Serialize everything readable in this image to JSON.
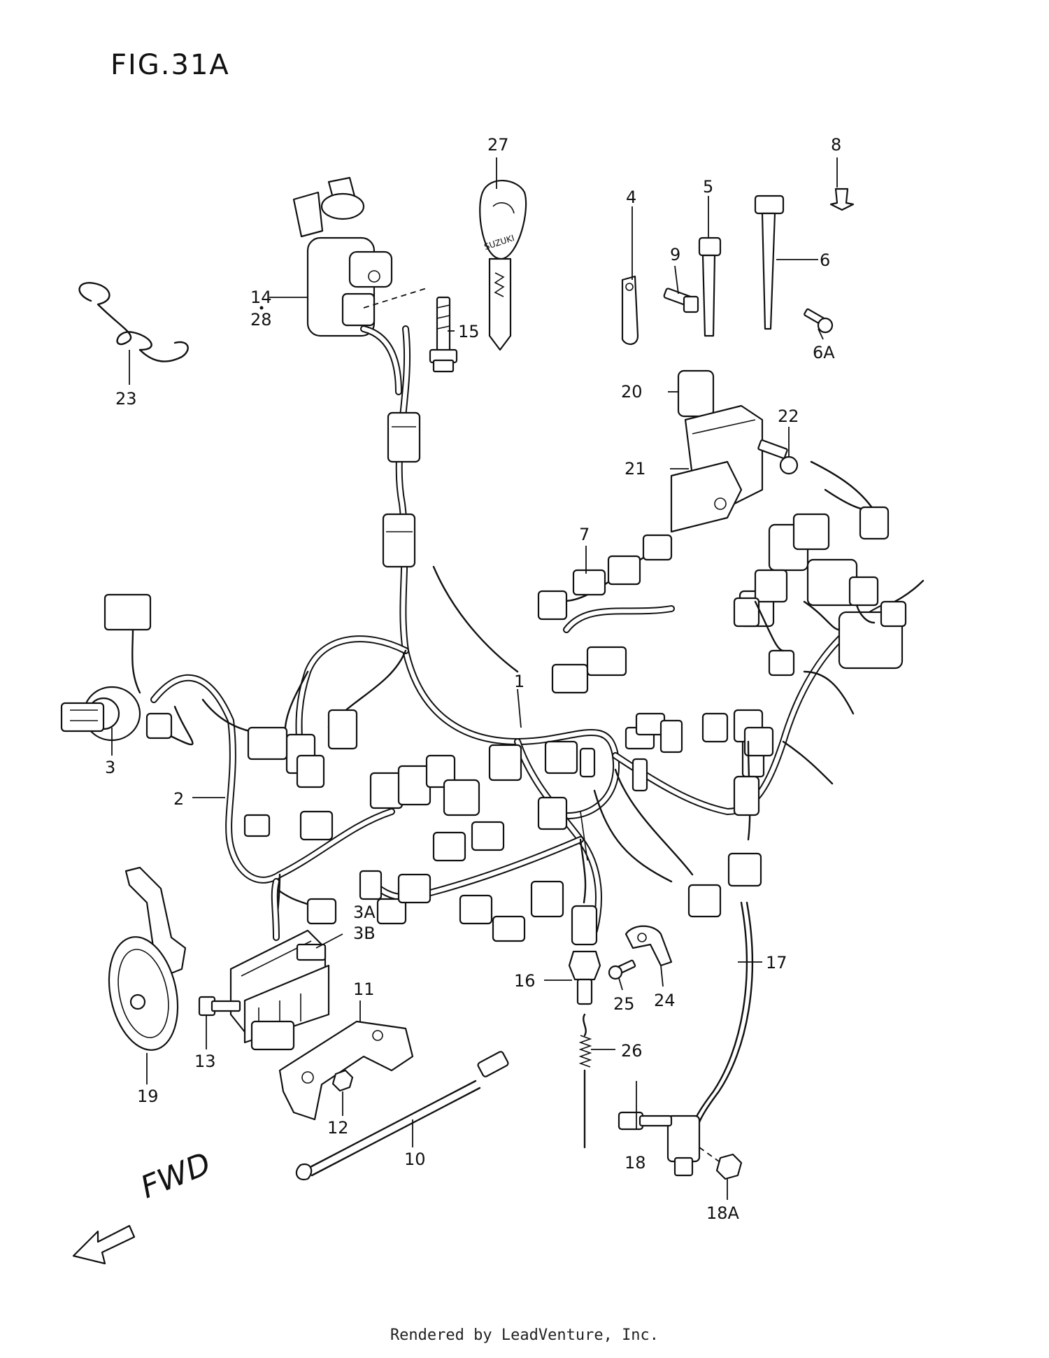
{
  "figure_title": "FIG.31A",
  "direction_label": "FWD",
  "footer_text": "Rendered by LeadVenture, Inc.",
  "key_engraving": "SUZUKI",
  "callouts": [
    "1",
    "2",
    "3",
    "3A",
    "3B",
    "4",
    "5",
    "6",
    "6A",
    "7",
    "8",
    "9",
    "10",
    "11",
    "12",
    "13",
    "14",
    "15",
    "16",
    "17",
    "18",
    "18A",
    "19",
    "20",
    "21",
    "22",
    "23",
    "24",
    "25",
    "26",
    "27",
    "28"
  ]
}
